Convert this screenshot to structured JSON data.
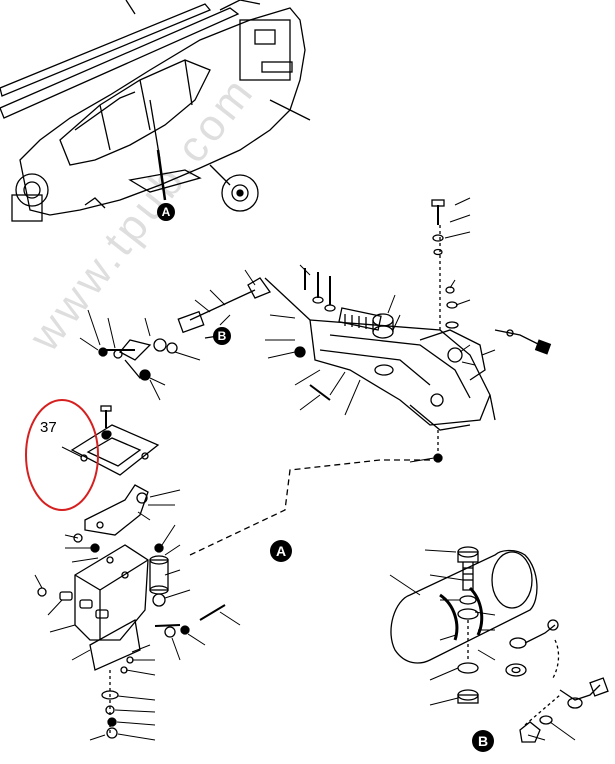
{
  "diagram": {
    "callout_number": "37",
    "detail_a_label": "A",
    "detail_b_label": "B",
    "ref_a_label": "A",
    "ref_b_label": "B",
    "watermark_text": "www.tpub.com",
    "highlight_color": "#d62020",
    "line_color": "#000000"
  }
}
